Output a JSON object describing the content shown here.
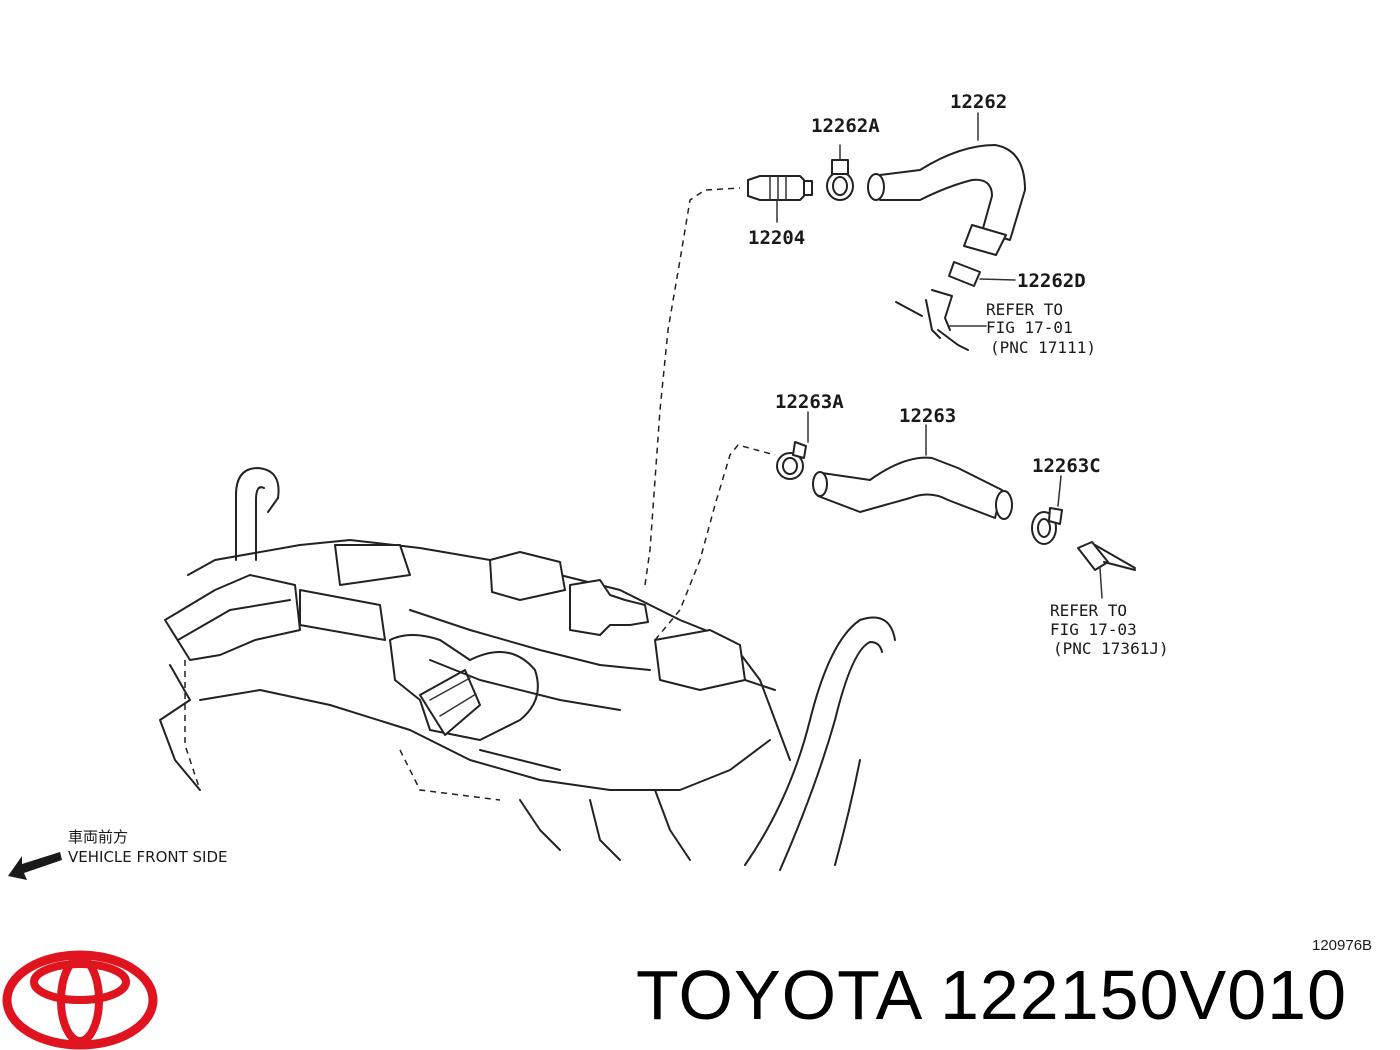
{
  "callouts": {
    "p12262": "12262",
    "p12262A": "12262A",
    "p12204": "12204",
    "p12262D": "12262D",
    "p12263A": "12263A",
    "p12263": "12263",
    "p12263C": "12263C"
  },
  "refer_upper": {
    "line1": "REFER TO",
    "line2": "FIG 17-01",
    "line3": "(PNC 17111)"
  },
  "refer_lower": {
    "line1": "REFER TO",
    "line2": "FIG 17-03",
    "line3": "(PNC 17361J)"
  },
  "front_label": {
    "japanese": "車両前方",
    "english": "VEHICLE FRONT SIDE"
  },
  "drawing_ref": "120976B",
  "brand": {
    "name": "TOYOTA",
    "part_number": "122150V010",
    "logo_color": "#e0141e"
  },
  "icons": {
    "front_arrow": "arrow-left-down-icon",
    "logo": "toyota-logo-icon"
  }
}
